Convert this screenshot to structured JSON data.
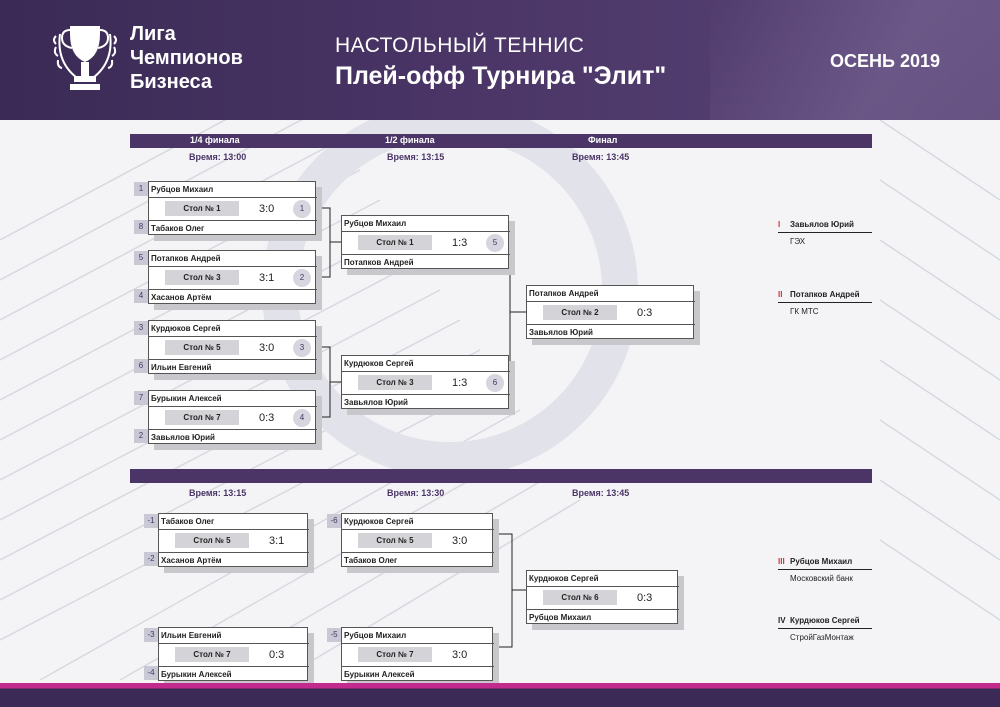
{
  "header": {
    "brand_line1": "Лига",
    "brand_line2": "Чемпионов",
    "brand_line3": "Бизнеса",
    "sport": "НАСТОЛЬНЫЙ ТЕННИС",
    "title": "Плей-офф Турнира \"Элит\"",
    "season": "ОСЕНЬ 2019"
  },
  "colors": {
    "header_bg": "#4a3566",
    "accent": "#c22a8e",
    "place_numeral": "#d43030"
  },
  "chart_data": {
    "type": "table",
    "main_bracket": {
      "rounds": [
        {
          "title": "1/4 финала",
          "time": "Время: 13:00"
        },
        {
          "title": "1/2 финала",
          "time": "Время: 13:15"
        },
        {
          "title": "Финал",
          "time": "Время: 13:45"
        }
      ],
      "matches": [
        {
          "num": "1",
          "p1": "Рубцов Михаил",
          "seed1": "1",
          "table": "Стол № 1",
          "score": "3:0",
          "p2": "Табаков Олег",
          "seed2": "8"
        },
        {
          "num": "2",
          "p1": "Потапков Андрей",
          "seed1": "5",
          "table": "Стол № 3",
          "score": "3:1",
          "p2": "Хасанов Артём",
          "seed2": "4"
        },
        {
          "num": "3",
          "p1": "Курдюков Сергей",
          "seed1": "3",
          "table": "Стол № 5",
          "score": "3:0",
          "p2": "Ильин Евгений",
          "seed2": "6"
        },
        {
          "num": "4",
          "p1": "Бурыкин Алексей",
          "seed1": "7",
          "table": "Стол № 7",
          "score": "0:3",
          "p2": "Завьялов Юрий",
          "seed2": "2"
        },
        {
          "num": "5",
          "p1": "Рубцов Михаил",
          "table": "Стол № 1",
          "score": "1:3",
          "p2": "Потапков Андрей"
        },
        {
          "num": "6",
          "p1": "Курдюков Сергей",
          "table": "Стол № 3",
          "score": "1:3",
          "p2": "Завьялов Юрий"
        },
        {
          "p1": "Потапков Андрей",
          "table": "Стол № 2",
          "score": "0:3",
          "p2": "Завьялов Юрий"
        }
      ],
      "places": [
        {
          "rank": "I",
          "name": "Завьялов Юрий",
          "org": "ГЭХ"
        },
        {
          "rank": "II",
          "name": "Потапков Андрей",
          "org": "ГК МТС"
        }
      ]
    },
    "consolation_bracket": {
      "times": [
        "Время: 13:15",
        "Время: 13:30",
        "Время: 13:45"
      ],
      "matches": [
        {
          "p1": "Табаков Олег",
          "seed1": "-1",
          "table": "Стол № 5",
          "score": "3:1",
          "p2": "Хасанов Артём",
          "seed2": "-2"
        },
        {
          "p1": "Ильин Евгений",
          "seed1": "-3",
          "table": "Стол № 7",
          "score": "0:3",
          "p2": "Бурыкин Алексей",
          "seed2": "-4"
        },
        {
          "p1": "Курдюков Сергей",
          "seed1": "-6",
          "table": "Стол № 5",
          "score": "3:0",
          "p2": "Табаков Олег"
        },
        {
          "p1": "Рубцов Михаил",
          "seed1": "-5",
          "table": "Стол № 7",
          "score": "3:0",
          "p2": "Бурыкин Алексей"
        },
        {
          "p1": "Курдюков Сергей",
          "table": "Стол № 6",
          "score": "0:3",
          "p2": "Рубцов Михаил"
        }
      ],
      "places": [
        {
          "rank": "III",
          "name": "Рубцов Михаил",
          "org": "Московский банк"
        },
        {
          "rank": "IV",
          "name": "Курдюков Сергей",
          "org": "СтройГазМонтаж"
        }
      ]
    }
  }
}
